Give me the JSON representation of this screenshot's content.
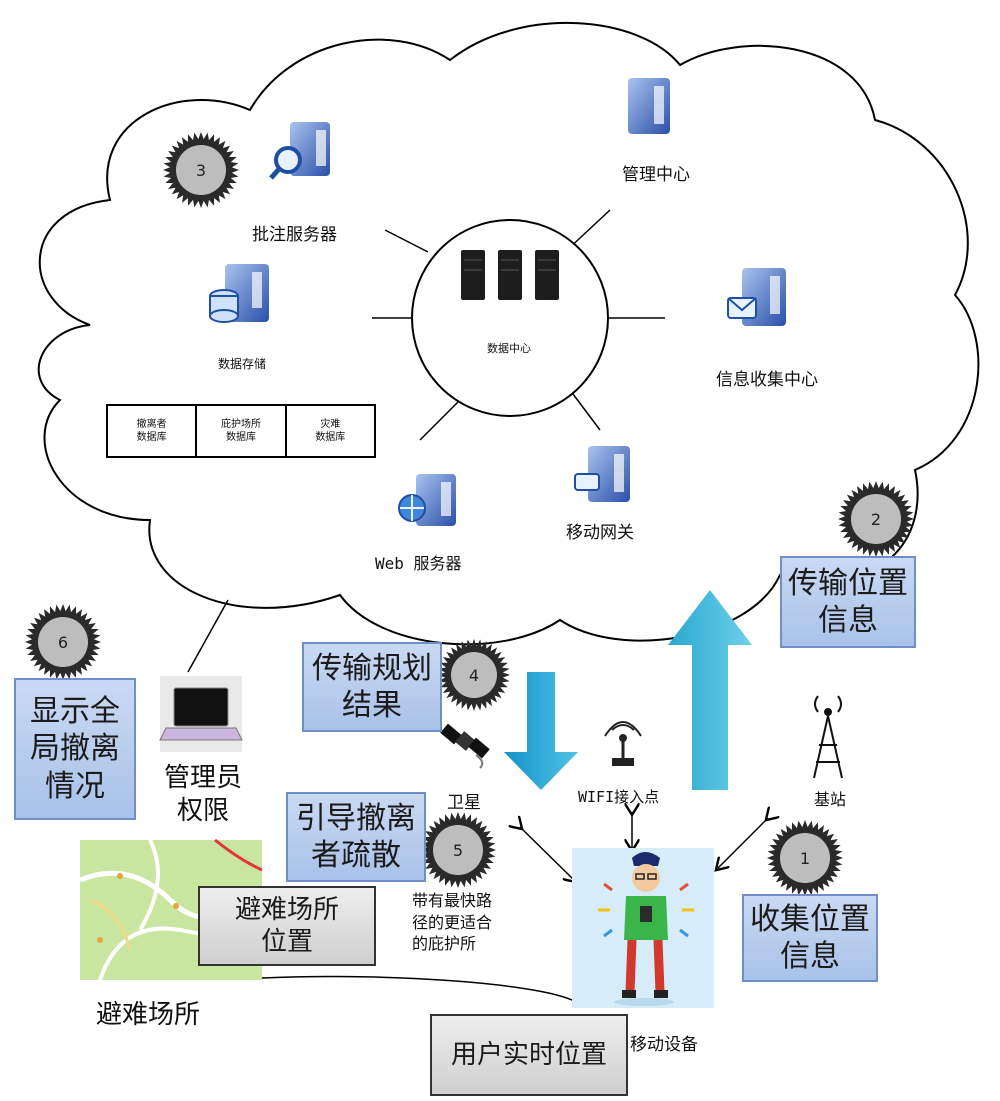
{
  "nodes": {
    "annotation_server": "批注服务器",
    "data_storage": "数据存储",
    "management_center": "管理中心",
    "data_center": "数据中心",
    "info_collection_center": "信息收集中心",
    "web_server": "Web 服务器",
    "mobile_gateway": "移动网关",
    "admin_permission": "管理员\n权限",
    "satellite": "卫星",
    "wifi_ap": "WIFI接入点",
    "base_station": "基站",
    "mobile_device": "移动设备",
    "shelter": "避难场所",
    "best_route_shelter": "带有最快路\n径的更适合\n的庇护所"
  },
  "databases": [
    "撤离者\n数据库",
    "庇护场所\n数据库",
    "灾难\n数据库"
  ],
  "step_boxes": {
    "transmit_location": "传输位置\n信息",
    "show_global": "显示全\n局撤离\n情况",
    "transmit_plan": "传输规划\n结果",
    "guide_evacuation": "引导撤离\n者疏散",
    "collect_location": "收集位置\n信息"
  },
  "gray_boxes": {
    "shelter_location": "避难场所\n位置",
    "user_realtime_location": "用户实时位置"
  },
  "steps": [
    "1",
    "2",
    "3",
    "4",
    "5",
    "6"
  ],
  "colors": {
    "arrow_up": "#3fb8d8",
    "arrow_down": "#1aa3d4",
    "step_box_fill": "#b3c8eb",
    "gray_box_fill": "#d9d9d9"
  }
}
